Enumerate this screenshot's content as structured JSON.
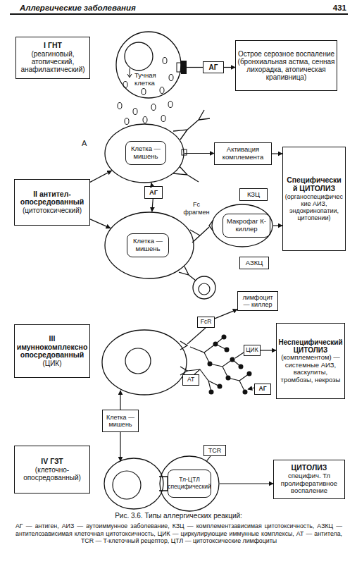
{
  "diagram": {
    "caption": "Рис. 3.6. Типы аллергических реакций:",
    "nodes": [
      {
        "text": [
          "I ГНТ",
          "(реагиновый, атопический, анафилактический)"
        ]
      },
      {
        "text": [
          "Тучная клетка"
        ]
      },
      {
        "text": [
          "АГ"
        ]
      },
      {
        "text": [
          "Острое серозное воспаление (бронхиальная астма, сенная лихорадка, атопическая крапивница)"
        ]
      },
      {
        "text": [
          "II антител-опосредованный",
          "(цитотоксический)"
        ]
      },
      {
        "text": [
          "Клетка — мишень"
        ]
      },
      {
        "text": [
          "Активация комплемента"
        ]
      },
      {
        "text": [
          "Специфический ЦИТОЛИЗ",
          "(органоспецифические АИЗ, эндокринопатии, цитопении)"
        ]
      },
      {
        "text": [
          "АГ"
        ]
      },
      {
        "text": [
          "КЗЦ"
        ]
      },
      {
        "text": [
          "Клетка — мишень"
        ]
      },
      {
        "text": [
          "Макрофаг К-киллер"
        ]
      },
      {
        "text": [
          "АЗКЦ"
        ]
      },
      {
        "text": [
          "лимфоцит — киллер"
        ]
      },
      {
        "text": [
          "FcR"
        ]
      },
      {
        "text": [
          "III имуннокомплексно опосредованный",
          "(ЦИК)"
        ]
      },
      {
        "text": [
          "Неспецифический ЦИТОЛИЗ",
          "(комплементом) — системные АИЗ, васкулиты, тромбозы, некрозы"
        ]
      },
      {
        "text": [
          "ЦИК"
        ]
      },
      {
        "text": [
          "АТ"
        ]
      },
      {
        "text": [
          "АГ"
        ]
      },
      {
        "text": [
          "Клетка — мишень"
        ]
      },
      {
        "text": [
          "IV ГЗТ",
          "(клеточно-опосредованный)"
        ]
      },
      {
        "text": [
          "TCR"
        ]
      },
      {
        "text": [
          "Тл-ЦТЛ специфический"
        ]
      },
      {
        "text": [
          "ЦИТОЛИЗ",
          "специфич. Тл пролиферативное воспаление"
        ]
      }
    ],
    "edges": [
      {
        "from": 2,
        "to": 1,
        "arrow": "none"
      },
      {
        "from": 2,
        "to": 3,
        "arrow": "to"
      },
      {
        "from": 4,
        "to": 5,
        "arrow": "to"
      },
      {
        "from": 4,
        "to": 10,
        "arrow": "to"
      },
      {
        "from": 5,
        "to": 6,
        "arrow": "to"
      },
      {
        "from": 6,
        "to": 7,
        "arrow": "to"
      },
      {
        "from": 8,
        "to": 5,
        "arrow": "to"
      },
      {
        "from": 8,
        "to": 10,
        "arrow": "to"
      },
      {
        "from": 11,
        "to": 7,
        "arrow": "to"
      },
      {
        "from": 14,
        "to": 13,
        "arrow": "to"
      },
      {
        "from": 17,
        "to": 16,
        "arrow": "to"
      },
      {
        "from": 22,
        "to": 23,
        "arrow": "none"
      },
      {
        "from": 23,
        "to": 24,
        "arrow": "to"
      }
    ],
    "labels": [
      "Аллергические заболевания",
      "431",
      "А",
      "Fc фрагмен",
      "АГ — антиген, АИЗ — аутоиммунное заболевание, КЗЦ — комплементзависимая цитотоксичность, АЗКЦ — антителозависимая клеточная цитотоксичность, ЦИК — циркулирующие иммунные комплексы, АТ — антитела, TCR — T-клеточный рецептор, ЦТЛ — цитотоксические лимфоциты"
    ]
  }
}
